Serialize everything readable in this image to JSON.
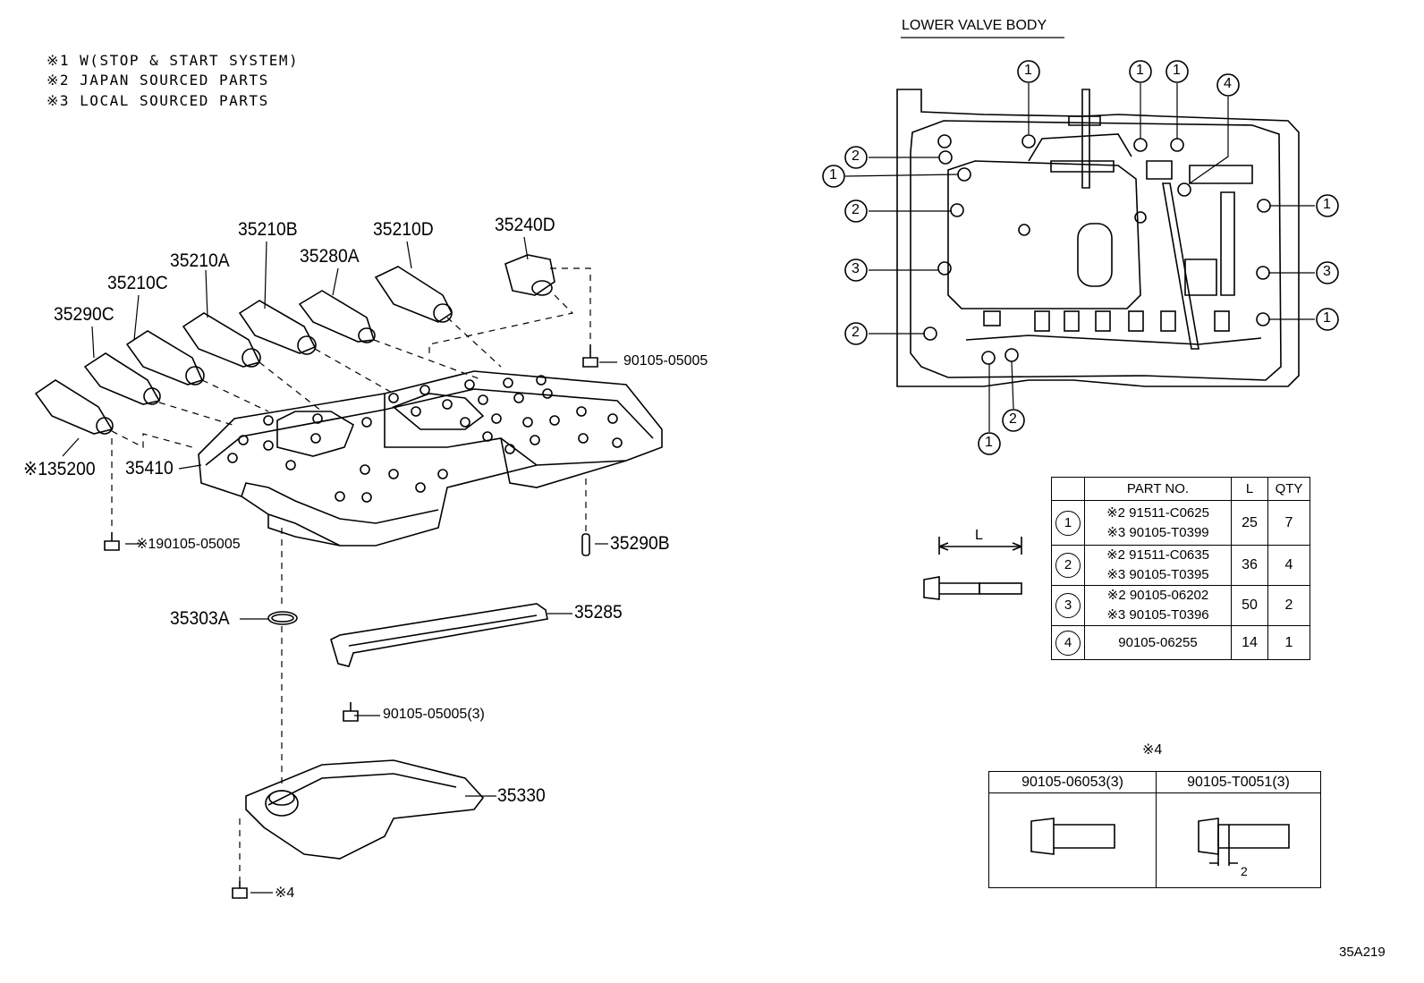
{
  "notes": [
    "※1 W(STOP & START SYSTEM)",
    "※2 JAPAN SOURCED PARTS",
    "※3 LOCAL SOURCED PARTS"
  ],
  "view_title": "LOWER VALVE BODY",
  "parts": {
    "p35240D": "35240D",
    "p35210D": "35210D",
    "p35210B": "35210B",
    "p35280A": "35280A",
    "p35210A": "35210A",
    "p35210C": "35210C",
    "p35290C": "35290C",
    "p35200": "※135200",
    "p35410": "35410",
    "bolt_top": "90105-05005",
    "bolt_left": "※190105-05005",
    "p35290B": "35290B",
    "p35303A": "35303A",
    "p35285": "35285",
    "bolt_mid": "90105-05005(3)",
    "p35330": "35330",
    "bolt_bottom": "※4"
  },
  "lvb_callouts": [
    "1",
    "2",
    "1",
    "2",
    "3",
    "2",
    "1",
    "2",
    "1",
    "1",
    "1",
    "4",
    "1",
    "3",
    "1"
  ],
  "bolt_table": {
    "headers": [
      "PART NO.",
      "L",
      "QTY"
    ],
    "rows": [
      {
        "n": "1",
        "a": "※2 91511-C0625",
        "b": "※3 90105-T0399",
        "L": "25",
        "qty": "7"
      },
      {
        "n": "2",
        "a": "※2 91511-C0635",
        "b": "※3 90105-T0395",
        "L": "36",
        "qty": "4"
      },
      {
        "n": "3",
        "a": "※2 90105-06202",
        "b": "※3 90105-T0396",
        "L": "50",
        "qty": "2"
      },
      {
        "n": "4",
        "a": "90105-06255",
        "b": "",
        "L": "14",
        "qty": "1"
      }
    ],
    "dim_label": "L"
  },
  "note4_table": {
    "marker": "※4",
    "col1": "90105-06053(3)",
    "col2": "90105-T0051(3)",
    "dim": "2"
  },
  "figure_code": "35A219"
}
